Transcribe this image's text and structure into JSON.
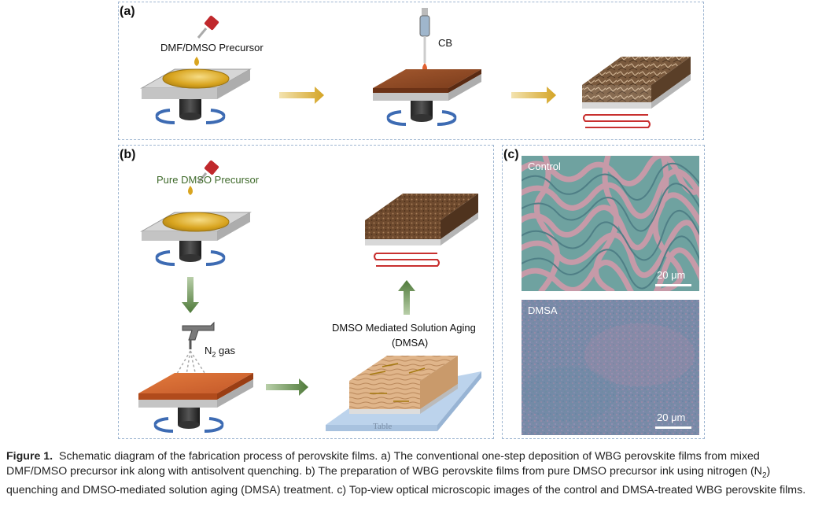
{
  "panel_a": {
    "label": "(a)",
    "precursor_label": "DMF/DMSO Precursor",
    "cb_label": "CB"
  },
  "panel_b": {
    "label": "(b)",
    "precursor_label": "Pure DMSO Precursor",
    "gas_label_main": "N",
    "gas_label_sub": "2",
    "gas_label_rest": " gas",
    "aging_label_line1": "DMSO Mediated Solution Aging",
    "aging_label_line2": "(DMSA)",
    "table_label": "Table"
  },
  "panel_c": {
    "label": "(c)",
    "top_image_label": "Control",
    "bottom_image_label": "DMSA",
    "scale_label": "20 μm"
  },
  "caption": {
    "figure_label": "Figure 1.",
    "text": "Schematic diagram of the fabrication process of perovskite films. a) The conventional one-step deposition of WBG perovskite films from mixed DMF/DMSO precursor ink along with antisolvent quenching. b) The preparation of WBG perovskite films from pure DMSO precursor ink using nitrogen (N",
    "text_sub": "2",
    "text_rest": ") quenching and DMSO-mediated solution aging (DMSA) treatment. c) Top-view optical microscopic images of the control and DMSA-treated WBG perovskite films."
  },
  "colors": {
    "gold_arrow": "#d4a425",
    "green_arrow": "#4f7a3a",
    "spin_blue": "#3d6bb3",
    "heater_red": "#c8302f",
    "precursor_gold": "#d9a520"
  }
}
